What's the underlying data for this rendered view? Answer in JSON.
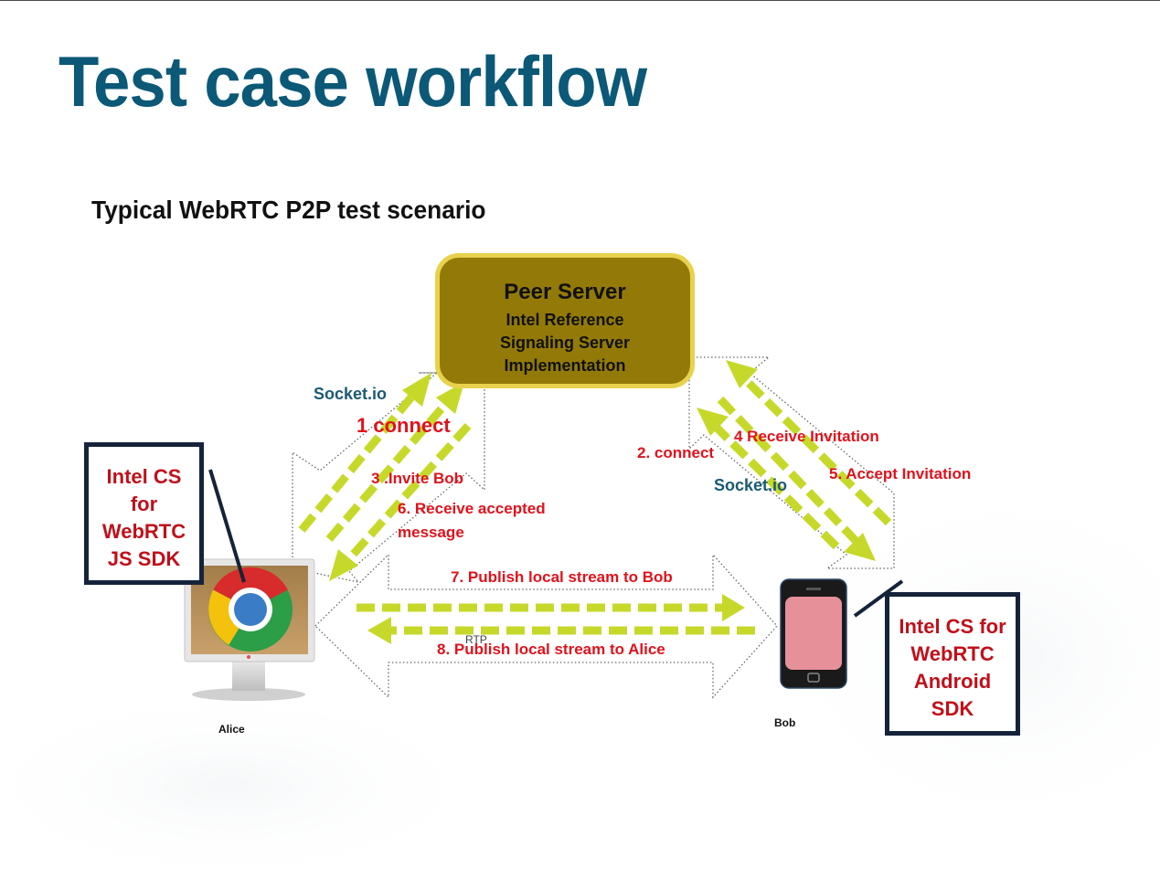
{
  "slide": {
    "title": "Test case workflow",
    "subtitle": "Typical WebRTC P2P test scenario"
  },
  "peer_server": {
    "name": "Peer Server",
    "lines": [
      "Intel Reference",
      "Signaling Server",
      "Implementation"
    ]
  },
  "labels": {
    "socketio_left": "Socket.io",
    "socketio_right": "Socket.io",
    "step1": "1 connect",
    "step2": "2. connect",
    "step3": "3 .Invite Bob",
    "step4": "4  Receive Invitation",
    "step5": "5.  Accept Invitation",
    "step6_line1": "6. Receive accepted",
    "step6_line2": "message",
    "step7": "7. Publish local stream to Bob",
    "step8": "8. Publish local stream to Alice",
    "rtp": "RTP"
  },
  "sdk_boxes": {
    "js": [
      "Intel CS",
      "for",
      "WebRTC",
      "JS SDK"
    ],
    "android": [
      "Intel CS for",
      "WebRTC",
      "Android",
      "SDK"
    ]
  },
  "peers": {
    "alice": "Alice",
    "bob": "Bob"
  },
  "colors": {
    "title": "#0b5877",
    "server_fill": "#937a08",
    "server_border": "#e8d24c",
    "dashed_arrow": "#c6d92a",
    "step_text": "#e0121b",
    "socket_text": "#1a5a72",
    "box_border": "#15233a"
  },
  "icons": {
    "alice_device": "monitor-with-chrome-logo",
    "bob_device": "smartphone"
  }
}
